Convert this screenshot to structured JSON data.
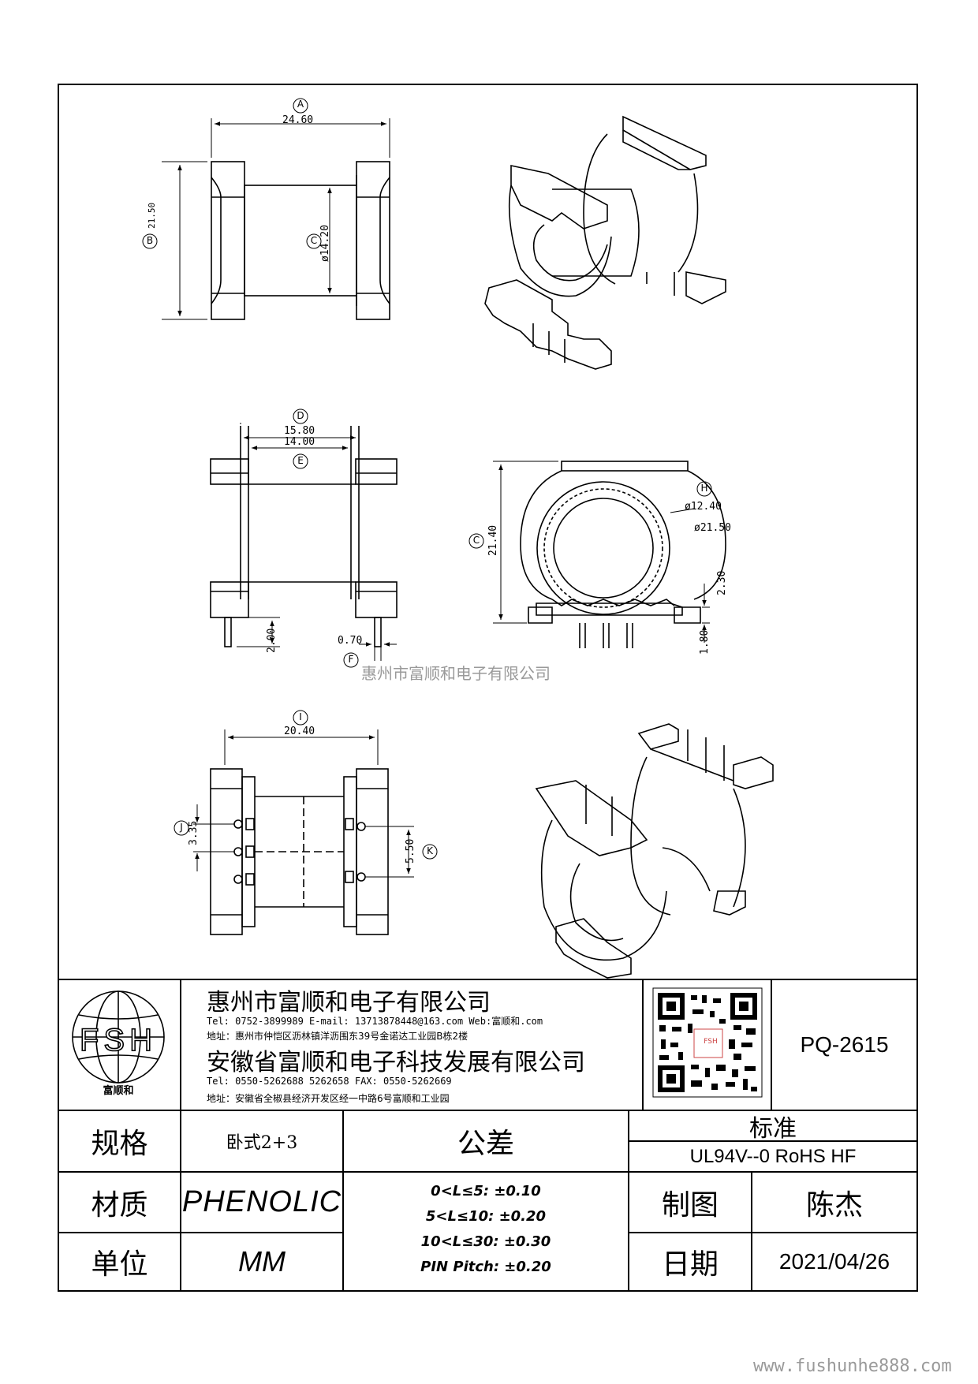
{
  "drawing": {
    "watermark_center": "惠州市富顺和电子有限公司",
    "watermark_url": "www.fushunhe888.com",
    "dim_texts": {
      "a": "24.60",
      "b": "21.50",
      "c1": "ø14.20",
      "d": "15.80",
      "e": "14.00",
      "c2": "21.40",
      "h1": "ø12.40",
      "h2": "ø21.50",
      "pin_len": "2.00",
      "pin_dia": "0.70",
      "pin_gap": "2.30",
      "pin_base": "1.80",
      "i": "20.40",
      "j": "3.35",
      "k": "5.50"
    },
    "markers": {
      "A": "A",
      "B": "B",
      "C1": "C",
      "D": "D",
      "E": "E",
      "C2": "C",
      "H": "H",
      "F": "F",
      "I": "I",
      "J": "J",
      "K": "K"
    }
  },
  "title_block": {
    "logo_letters": "FSH",
    "logo_caption": "富顺和",
    "company1": "惠州市富顺和电子有限公司",
    "company1_contact": "Tel:  0752-3899989  E-mail: 13713878448@163.com  Web:富顺和.com",
    "company1_address": "地址：惠州市仲恺区沥林镇洋沥围东39号金诺达工业园B栋2楼",
    "company2": "安徽省富顺和电子科技发展有限公司",
    "company2_contact": "Tel:  0550-5262688  5262658     FAX: 0550-5262669",
    "company2_address": "地址：安徽省全椒县经济开发区经一中路6号富顺和工业园",
    "qr_caption": "FSH",
    "part_number": "PQ-2615",
    "spec_label": "规格",
    "spec_value": "卧式2+3",
    "tolerance_label": "公差",
    "tolerance_lines": [
      "0<L≤5: ±0.10",
      "5<L≤10: ±0.20",
      "10<L≤30: ±0.30",
      "PIN Pitch: ±0.20"
    ],
    "standard_label": "标准",
    "standard_value": "UL94V--0  RoHS HF",
    "material_label": "材质",
    "material_value": "PHENOLIC",
    "drawn_label": "制图",
    "drawn_value": "陈杰",
    "unit_label": "单位",
    "unit_value": "MM",
    "date_label": "日期",
    "date_value": "2021/04/26"
  }
}
